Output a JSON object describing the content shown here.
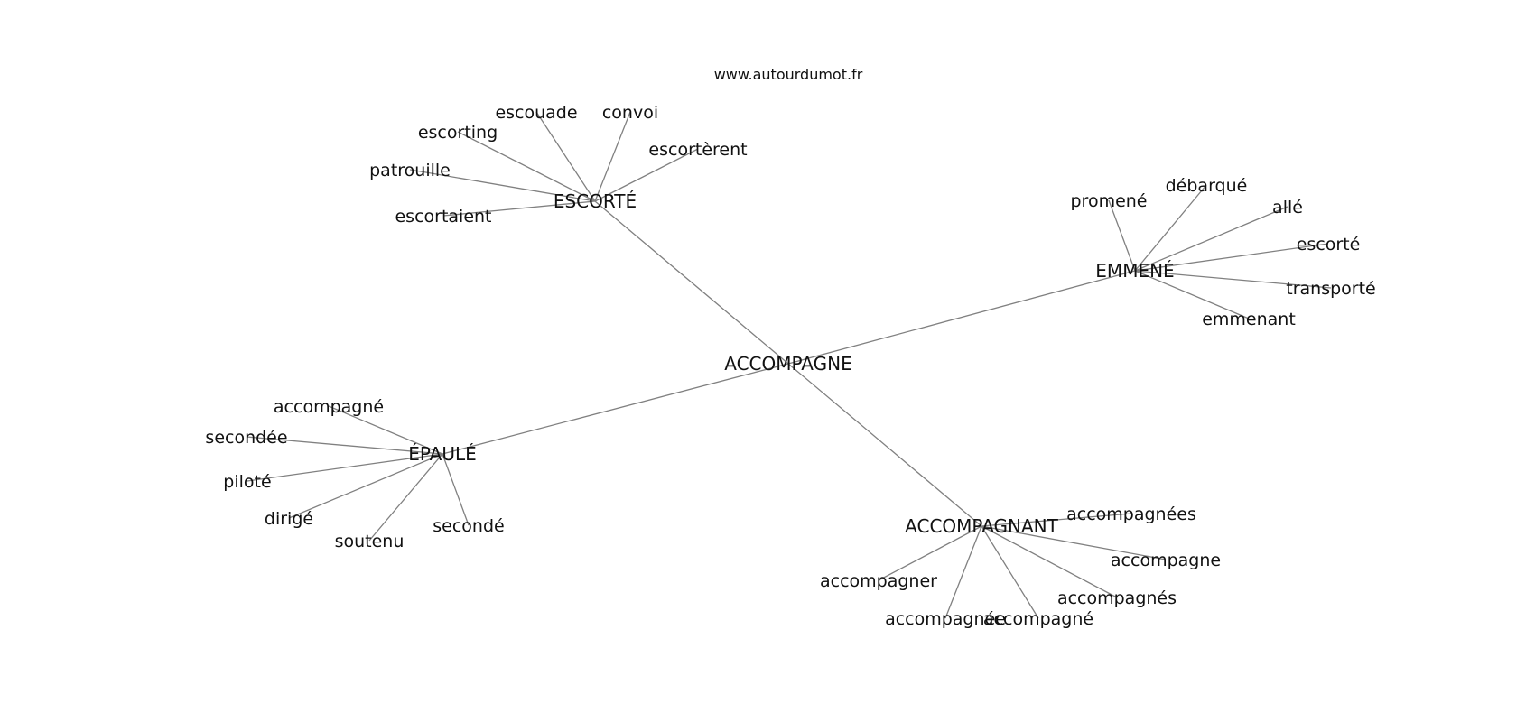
{
  "source": "www.autourdumot.fr",
  "center": "ACCOMPAGNE",
  "hubs": [
    {
      "label": "ESCORTÉ",
      "leaves": [
        "escouade",
        "convoi",
        "escorting",
        "escortèrent",
        "patrouille",
        "escortaient"
      ]
    },
    {
      "label": "EMMENÉ",
      "leaves": [
        "promené",
        "débarqué",
        "allé",
        "escorté",
        "transporté",
        "emmenant"
      ]
    },
    {
      "label": "ÉPAULÉ",
      "leaves": [
        "accompagné",
        "secondée",
        "piloté",
        "dirigé",
        "soutenu",
        "secondé"
      ]
    },
    {
      "label": "ACCOMPAGNANT",
      "leaves": [
        "accompagnées",
        "accompagne",
        "accompagner",
        "accompagnés",
        "accompagnée",
        "accompagné"
      ]
    }
  ]
}
